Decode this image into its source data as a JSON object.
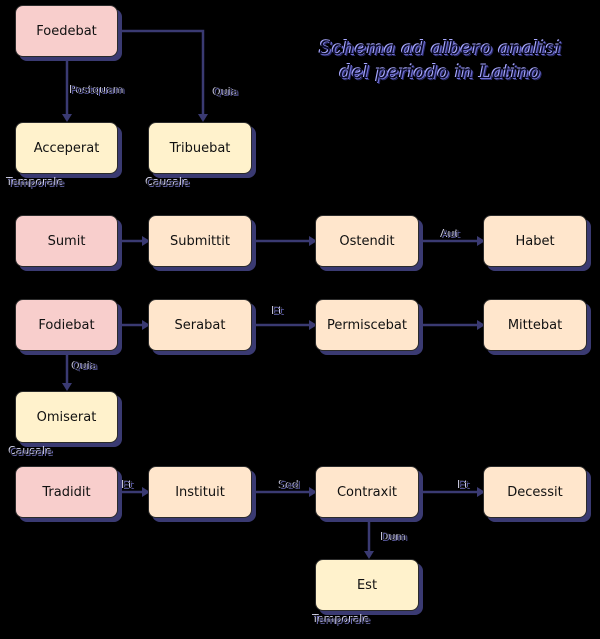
{
  "title": "Schema ad albero analisi del periodo in Latino",
  "colors": {
    "main_fill": "#f8cecc",
    "sub_fill": "#ffe6cc",
    "subordinate_fill": "#fff2cc",
    "edge": "#3a3a72",
    "background": "#000000"
  },
  "nodes": {
    "foedebat": "Foedebat",
    "acceperat": "Acceperat",
    "tribuebat": "Tribuebat",
    "sumit": "Sumit",
    "submittit": "Submittit",
    "ostendit": "Ostendit",
    "habet": "Habet",
    "fodiebat": "Fodiebat",
    "serabat": "Serabat",
    "permiscebat": "Permiscebat",
    "mittebat": "Mittebat",
    "omiserat": "Omiserat",
    "tradidit": "Tradidit",
    "instituit": "Instituit",
    "contraxit": "Contraxit",
    "decessit": "Decessit",
    "est": "Est"
  },
  "edge_labels": {
    "postquam": "Postquam",
    "quia_1": "Quia",
    "aut": "Aut",
    "et_1": "Et",
    "quia_2": "Quia",
    "et_2": "Et",
    "sed": "Sed",
    "et_3": "Et",
    "dum": "Dum"
  },
  "captions": {
    "acceperat": "Temporale",
    "tribuebat": "Causale",
    "omiserat": "Causale",
    "est": "Temporale"
  }
}
